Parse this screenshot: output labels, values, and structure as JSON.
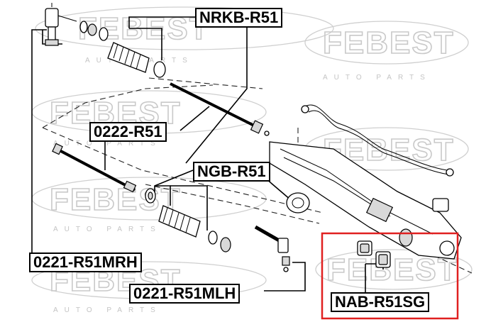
{
  "watermark": {
    "brand": "FEBEST",
    "tagline": "AUTO PARTS"
  },
  "labels": {
    "nrkb": "NRKB-R51",
    "p0222": "0222-R51",
    "ngb": "NGB-R51",
    "mrh": "0221-R51MRH",
    "mlh": "0221-R51MLH",
    "nab": "NAB-R51SG"
  },
  "colors": {
    "highlight_box": "#e02020",
    "watermark": "#c9c9c9",
    "line": "#000000"
  }
}
